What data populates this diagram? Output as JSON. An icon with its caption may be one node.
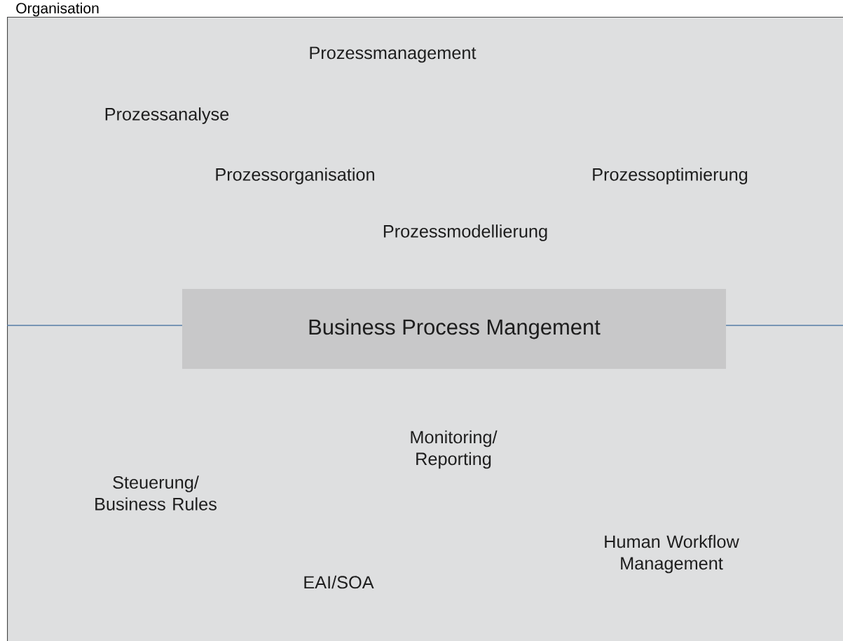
{
  "diagram": {
    "nodes": [
      {
        "text": [
          "Organisation"
        ]
      },
      {
        "text": [
          "Business Process Mangement"
        ],
        "in": 0
      }
    ],
    "labels": [
      "Prozessmanagement",
      "Prozessanalyse",
      "Prozessorganisation",
      "Prozessoptimierung",
      "Prozessmodellierung",
      "Monitoring/ Reporting",
      "Steuerung/ Business Rules",
      "Human Workflow Management",
      "EAI/SOA"
    ]
  }
}
